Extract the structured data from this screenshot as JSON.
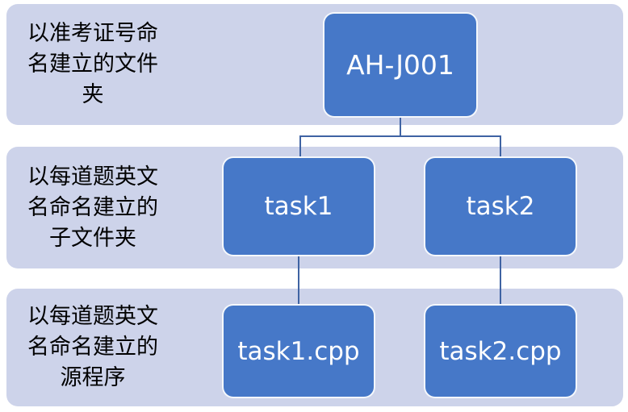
{
  "diagram": {
    "type": "hierarchy-tree",
    "rows": [
      {
        "label": "以准考证号命\n名建立的文件\n夹",
        "nodes": [
          "AH-J001"
        ]
      },
      {
        "label": "以每道题英文\n名命名建立的\n子文件夹",
        "nodes": [
          "task1",
          "task2"
        ]
      },
      {
        "label": "以每道题英文\n名命名建立的\n源程序",
        "nodes": [
          "task1.cpp",
          "task2.cpp"
        ]
      }
    ],
    "colors": {
      "band_background": "#cdd3ea",
      "node_fill": "#4678c8",
      "node_border": "#ffffff",
      "node_text": "#ffffff",
      "connector_line": "#3f63a3",
      "label_text": "#000000",
      "page_background": "#ffffff"
    }
  }
}
